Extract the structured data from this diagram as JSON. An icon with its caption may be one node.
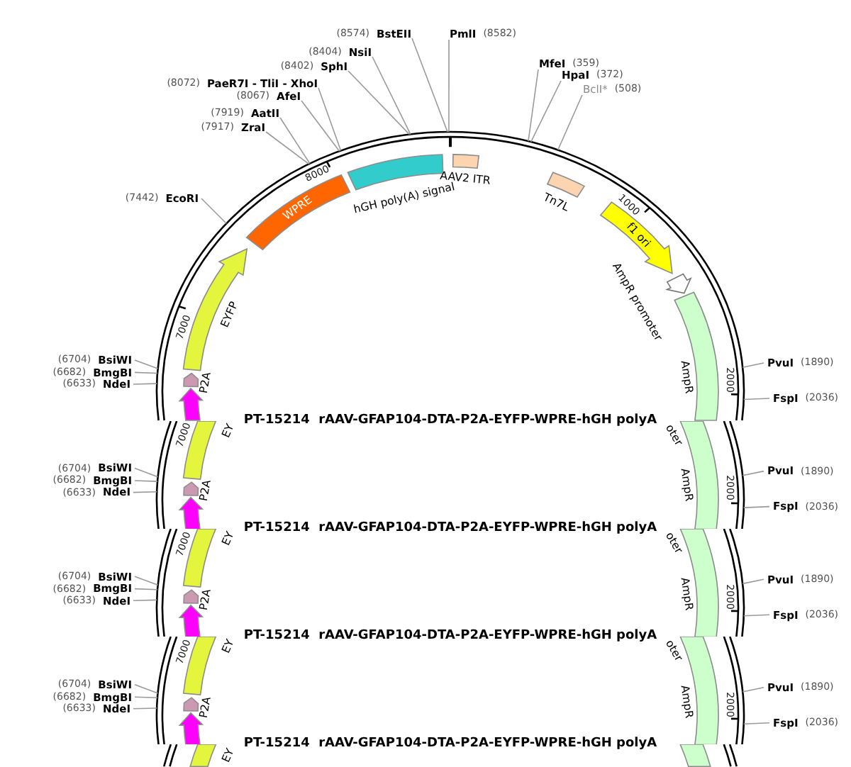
{
  "diagram": {
    "title": "PT-15214  rAAV-GFAP104-DTA-P2A-EYFP-WPRE-hGH polyA",
    "nodes": [
      {
        "text": [
          "BstEII"
        ],
        "beside": [
          "(8574)"
        ]
      },
      {
        "text": [
          "PmlI"
        ],
        "beside": [
          "(8582)"
        ]
      },
      {
        "text": [
          "NsiI"
        ],
        "beside": [
          "(8404)"
        ]
      },
      {
        "text": [
          "MfeI"
        ],
        "beside": [
          "(359)"
        ]
      },
      {
        "text": [
          "SphI"
        ],
        "beside": [
          "(8402)"
        ]
      },
      {
        "text": [
          "HpaI"
        ],
        "beside": [
          "(372)"
        ]
      },
      {
        "text": [
          "PaeR7I - TliI - XhoI"
        ],
        "beside": [
          "(8072)"
        ]
      },
      {
        "text": [
          "BclI*"
        ],
        "beside": [
          "(508)"
        ]
      },
      {
        "text": [
          "AfeI"
        ],
        "beside": [
          "(8067)"
        ]
      },
      {
        "text": [
          "AatII"
        ],
        "beside": [
          "(7919)"
        ]
      },
      {
        "text": [
          "ZraI"
        ],
        "beside": [
          "(7917)"
        ]
      },
      {
        "text": [],
        "shape": "circle"
      },
      {
        "text": [
          "AAV2 ITR"
        ],
        "in": 11
      },
      {
        "text": [
          "hGH poly(A) signal"
        ],
        "in": 11
      },
      {
        "text": [
          "Tn7L"
        ],
        "in": 11
      },
      {
        "text": [
          "EcoRI"
        ],
        "beside": [
          "(7442)"
        ]
      },
      {
        "text": [
          "WPRE"
        ],
        "in": 11
      },
      {
        "text": [
          "f1 ori"
        ],
        "in": 11
      },
      {
        "text": [
          "AmpR promoter"
        ],
        "in": 11
      },
      {
        "text": [
          "EYFP"
        ],
        "in": 11
      },
      {
        "text": [
          "BsiWI"
        ],
        "beside": [
          "(6704)"
        ]
      },
      {
        "text": [
          "PvuI"
        ],
        "beside": [
          "(1890)"
        ]
      },
      {
        "text": [
          "BmgBI"
        ],
        "beside": [
          "(6682)"
        ]
      },
      {
        "text": [
          "AmpR"
        ],
        "in": 11
      },
      {
        "text": [
          "P2A"
        ],
        "in": 11
      },
      {
        "text": [
          "NdeI"
        ],
        "beside": [
          "(6633)"
        ]
      },
      {
        "text": [],
        "shape": "arrow",
        "in": 11
      },
      {
        "text": [
          "FspI"
        ],
        "beside": [
          "(2036)"
        ]
      },
      {
        "text": [],
        "shape": "arc"
      },
      {
        "text": [
          "EY"
        ]
      },
      {
        "text": [],
        "shape": "arc"
      },
      {
        "text": [
          "AmpR"
        ]
      },
      {
        "text": [
          "BsiWI"
        ],
        "beside": [
          "(6704)"
        ]
      },
      {
        "text": [
          "PvuI"
        ],
        "beside": [
          "(1890)"
        ]
      },
      {
        "text": [
          "BmgBI"
        ],
        "beside": [
          "(6682)"
        ]
      },
      {
        "text": [
          "P2A"
        ]
      },
      {
        "text": [
          "NdeI"
        ],
        "beside": [
          "(6633)"
        ]
      },
      {
        "text": [],
        "shape": "arrow"
      },
      {
        "text": [
          "FspI"
        ],
        "beside": [
          "(2036)"
        ]
      },
      {
        "text": [],
        "shape": "arc"
      },
      {
        "text": [
          "EY"
        ]
      },
      {
        "text": [],
        "shape": "arc"
      },
      {
        "text": [
          "AmpR"
        ]
      },
      {
        "text": [
          "BsiWI"
        ],
        "beside": [
          "(6704)"
        ]
      },
      {
        "text": [
          "PvuI"
        ],
        "beside": [
          "(1890)"
        ]
      },
      {
        "text": [
          "BmgBI"
        ],
        "beside": [
          "(6682)"
        ]
      },
      {
        "text": [
          "P2A"
        ]
      },
      {
        "text": [
          "NdeI"
        ],
        "beside": [
          "(6633)"
        ]
      },
      {
        "text": [],
        "shape": "arrow"
      },
      {
        "text": [
          "FspI"
        ],
        "beside": [
          "(2036)"
        ]
      },
      {
        "text": [],
        "shape": "arc"
      },
      {
        "text": [
          "EY"
        ]
      },
      {
        "text": [],
        "shape": "arc"
      },
      {
        "text": [
          "AmpR"
        ]
      },
      {
        "text": [
          "BsiWI"
        ],
        "beside": [
          "(6704)"
        ]
      },
      {
        "text": [
          "PvuI"
        ],
        "beside": [
          "(1890)"
        ]
      },
      {
        "text": [
          "BmgBI"
        ],
        "beside": [
          "(6682)"
        ]
      },
      {
        "text": [
          "P2A"
        ]
      },
      {
        "text": [
          "NdeI"
        ],
        "beside": [
          "(6633)"
        ]
      },
      {
        "text": [],
        "shape": "arrow"
      },
      {
        "text": [
          "FspI"
        ],
        "beside": [
          "(2036)"
        ]
      },
      {
        "text": [],
        "shape": "arc"
      },
      {
        "text": [
          "EY"
        ]
      },
      {
        "text": [],
        "shape": "bar"
      },
      {
        "text": [],
        "shape": "arc"
      }
    ],
    "edges": [
      {
        "from": 0,
        "to": 11,
        "arrow": "none"
      },
      {
        "from": 1,
        "to": 11,
        "arrow": "none"
      },
      {
        "from": 2,
        "to": 11,
        "arrow": "none"
      },
      {
        "from": 3,
        "to": 11,
        "arrow": "none"
      },
      {
        "from": 4,
        "to": 11,
        "arrow": "none"
      },
      {
        "from": 5,
        "to": 11,
        "arrow": "none"
      },
      {
        "from": 6,
        "to": 11,
        "arrow": "none"
      },
      {
        "from": 7,
        "to": 11,
        "arrow": "none"
      },
      {
        "from": 8,
        "to": 11,
        "arrow": "none"
      },
      {
        "from": 9,
        "to": 11,
        "arrow": "none"
      },
      {
        "from": 10,
        "to": 11,
        "arrow": "none"
      },
      {
        "from": 15,
        "to": 11,
        "arrow": "none"
      },
      {
        "from": 20,
        "to": 11,
        "arrow": "none"
      },
      {
        "from": 21,
        "to": 11,
        "arrow": "none"
      },
      {
        "from": 22,
        "to": 11,
        "arrow": "none"
      },
      {
        "from": 25,
        "to": 11,
        "arrow": "none"
      },
      {
        "from": 27,
        "to": 11,
        "arrow": "none"
      },
      {
        "from": 32,
        "to": 28,
        "arrow": "none"
      },
      {
        "from": 33,
        "to": 30,
        "arrow": "none"
      },
      {
        "from": 34,
        "to": 28,
        "arrow": "none"
      },
      {
        "from": 36,
        "to": 28,
        "arrow": "none"
      },
      {
        "from": 38,
        "to": 30,
        "arrow": "none"
      },
      {
        "from": 43,
        "to": 39,
        "arrow": "none"
      },
      {
        "from": 44,
        "to": 41,
        "arrow": "none"
      },
      {
        "from": 45,
        "to": 39,
        "arrow": "none"
      },
      {
        "from": 47,
        "to": 39,
        "arrow": "none"
      },
      {
        "from": 49,
        "to": 41,
        "arrow": "none"
      },
      {
        "from": 54,
        "to": 50,
        "arrow": "none"
      },
      {
        "from": 55,
        "to": 52,
        "arrow": "none"
      },
      {
        "from": 56,
        "to": 50,
        "arrow": "none"
      },
      {
        "from": 58,
        "to": 50,
        "arrow": "none"
      },
      {
        "from": 60,
        "to": 52,
        "arrow": "none"
      }
    ],
    "labels": [
      "8000",
      "1000",
      "7000",
      "2000",
      "7000",
      "oter",
      "2000",
      "PT-15214  rAAV-GFAP104-DTA-P2A-EYFP-WPRE-hGH polyA",
      "7000",
      "oter",
      "2000",
      "PT-15214  rAAV-GFAP104-DTA-P2A-EYFP-WPRE-hGH polyA",
      "7000",
      "oter",
      "2000",
      "PT-15214  rAAV-GFAP104-DTA-P2A-EYFP-WPRE-hGH polyA"
    ]
  }
}
